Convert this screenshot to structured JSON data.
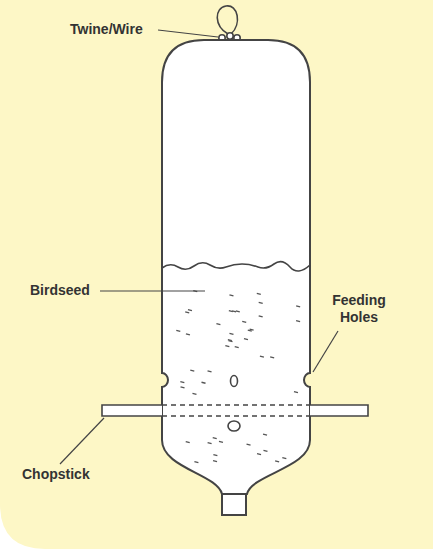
{
  "diagram": {
    "labels": [
      "Twine/Wire",
      "Birdseed",
      "Feeding Holes",
      "Chopstick"
    ]
  }
}
